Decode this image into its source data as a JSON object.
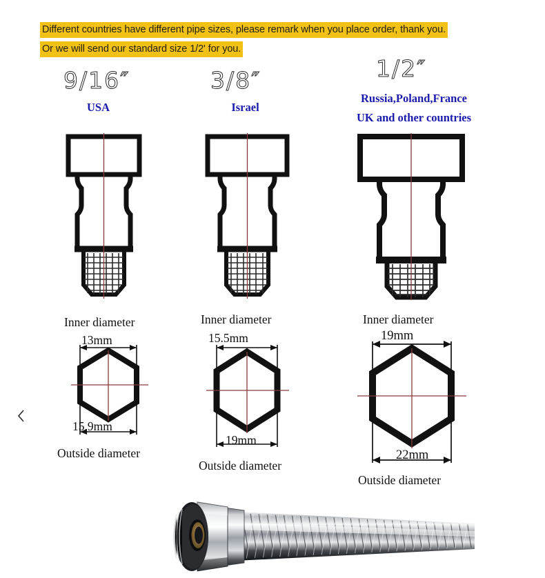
{
  "banner": {
    "line1": "Different countries have different pipe sizes, please remark when you place order, thank you.",
    "line2": "Or we will send our standard size 1/2' for you.",
    "highlight_color": "#F2C115",
    "text_color": "#231f10"
  },
  "colors": {
    "country_text": "#1A1AAD",
    "centerline": "#8B3A3A",
    "outline": "#111111",
    "background": "#FFFFFF"
  },
  "columns": [
    {
      "size": "9/16″",
      "countries": [
        "USA"
      ],
      "inner_caption": "Inner diameter",
      "inner_value": "13mm",
      "outer_value": "15.9mm",
      "outer_caption": "Outside diameter"
    },
    {
      "size": "3/8″",
      "countries": [
        "Israel"
      ],
      "inner_caption": "Inner diameter",
      "inner_value": "15.5mm",
      "outer_value": "19mm",
      "outer_caption": "Outside diameter"
    },
    {
      "size": "1/2″",
      "countries": [
        "Russia,Poland,France",
        "UK and other countries"
      ],
      "inner_caption": "Inner diameter",
      "inner_value": "19mm",
      "outer_value": "22mm",
      "outer_caption": "Outside diameter"
    }
  ],
  "product_photo": {
    "description": "braided-stainless-steel-flexible-hose-with-chrome-nut"
  }
}
